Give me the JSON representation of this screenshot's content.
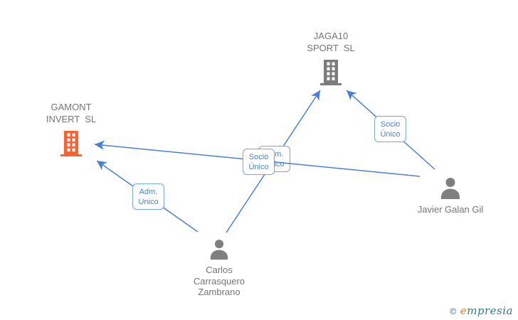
{
  "diagram_title": "company-shareholding-network",
  "nodes": {
    "jaga10": {
      "label": "JAGA10\nSPORT  SL",
      "type": "company",
      "icon": "building-icon",
      "color": "#7c7c7c"
    },
    "gamont": {
      "label": "GAMONT\nINVERT  SL",
      "type": "company",
      "icon": "building-icon",
      "color": "#f96332"
    },
    "javier": {
      "label": "Javier Galan Gil",
      "type": "person",
      "icon": "person-icon",
      "color": "#7c7c7c"
    },
    "carlos": {
      "label": "Carlos\nCarrasquero\nZambrano",
      "type": "person",
      "icon": "person-icon",
      "color": "#7c7c7c"
    }
  },
  "edges": {
    "javier_jaga10": {
      "from": "Javier Galan Gil",
      "to": "JAGA10 SPORT SL",
      "label": "Socio\nÚnico"
    },
    "javier_gamont": {
      "from": "Javier Galan Gil",
      "to": "GAMONT INVERT SL",
      "label": "Socio\nÚnico"
    },
    "carlos_jaga10": {
      "from": "Carlos Carrasquero Zambrano",
      "to": "JAGA10 SPORT SL",
      "label": "Adm.\nUnico"
    },
    "carlos_gamont": {
      "from": "Carlos Carrasquero Zambrano",
      "to": "GAMONT INVERT SL",
      "label": "Adm.\nUnico"
    }
  },
  "branding": {
    "copyright": "©",
    "logo_e": "e",
    "logo_rest": "mpresia"
  },
  "colors": {
    "edge_blue": "#4b7fd6",
    "edge_label_text": "#4583d8",
    "edge_label_border": "#76a3e6",
    "company_accent_orange": "#f96332",
    "node_gray": "#7c7c7c",
    "text_gray": "#767676",
    "logo_teal": "#35788c",
    "logo_orange": "#f08019"
  }
}
